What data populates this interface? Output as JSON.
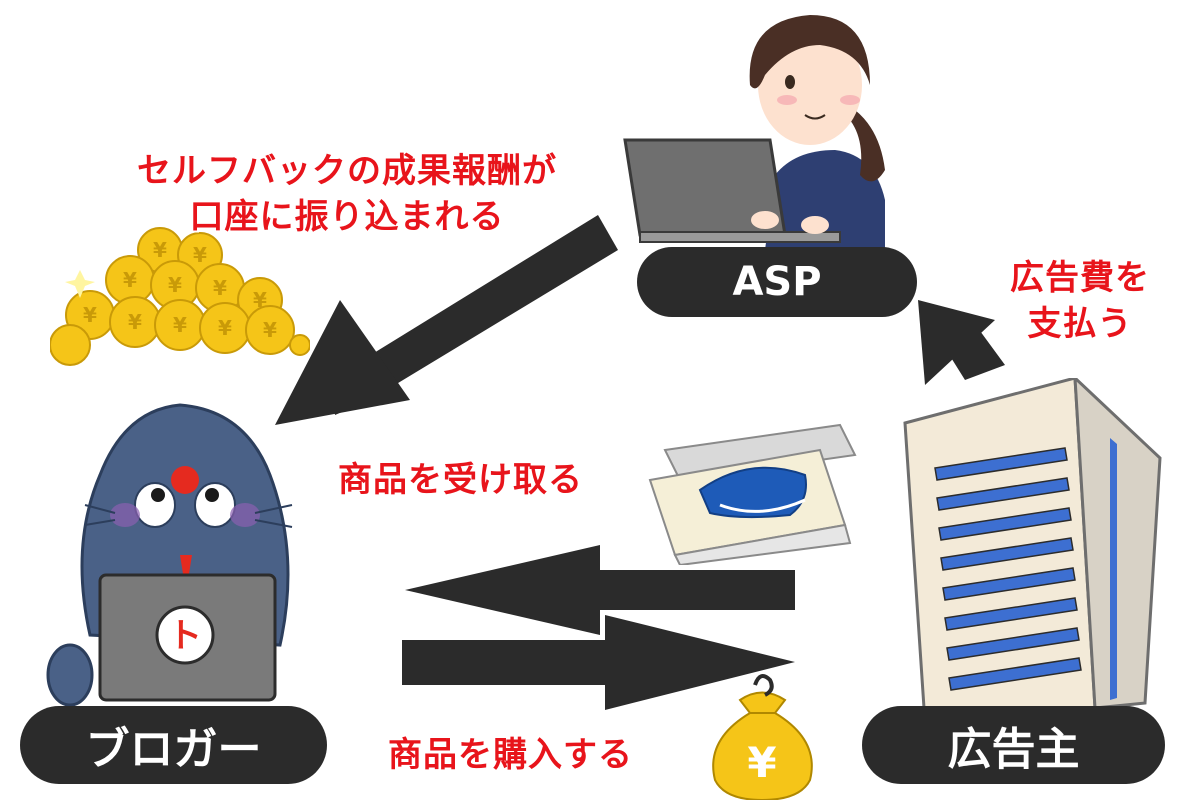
{
  "nodes": {
    "asp": "ASP",
    "blogger": "ブロガー",
    "advertiser": "広告主"
  },
  "labels": {
    "selfback_line1": "セルフバックの成果報酬が",
    "selfback_line2": "口座に振り込まれる",
    "pay_line1": "広告費を",
    "pay_line2": "支払う",
    "receive": "商品を受け取る",
    "purchase": "商品を購入する"
  },
  "icons": {
    "operator": "woman-at-laptop-icon",
    "coins": "yen-coin-pile-icon",
    "blogger": "seal-mascot-at-laptop-icon",
    "parcel": "shoe-box-icon",
    "money_bag": "yen-money-bag-icon",
    "building": "office-building-icon"
  },
  "colors": {
    "label_red": "#e8141b",
    "pill_bg": "#2b2b2b",
    "arrow": "#2b2b2b",
    "coin": "#f5c518"
  }
}
